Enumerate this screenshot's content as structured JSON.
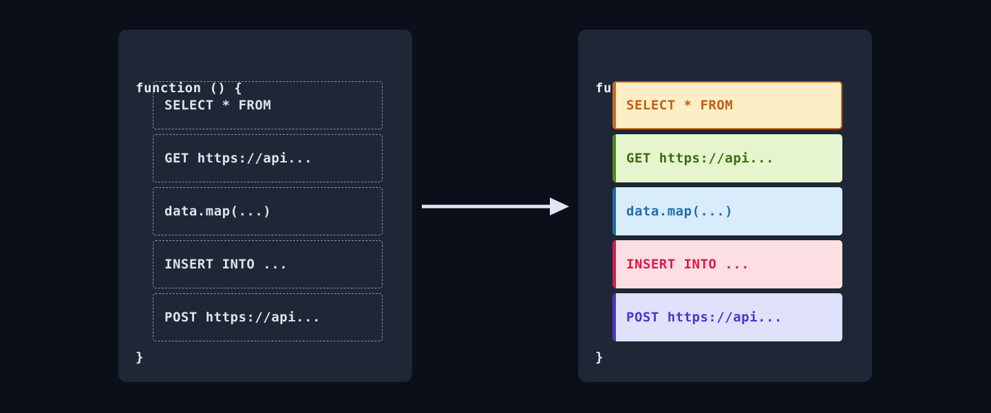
{
  "background_color": "#0b0f1a",
  "panel_color": "#1f2636",
  "before": {
    "title": "function () {",
    "close": "}",
    "dashed_border_color": "#8995ad",
    "text_color": "#dfe3ec",
    "rows": [
      {
        "text": "SELECT * FROM"
      },
      {
        "text": "GET https://api..."
      },
      {
        "text": "data.map(...)"
      },
      {
        "text": "INSERT INTO ..."
      },
      {
        "text": "POST https://api..."
      }
    ]
  },
  "after": {
    "title": "function () {",
    "close": "}",
    "rows": [
      {
        "text": "SELECT * FROM",
        "kind": "sql-select",
        "bg": "#fdeec6",
        "fg": "#c25e16",
        "accent": "#cf6a17",
        "boxed": true
      },
      {
        "text": "GET https://api...",
        "kind": "http-get",
        "bg": "#e6f5cd",
        "fg": "#3b6b12",
        "accent": "#4f8a16",
        "boxed": false
      },
      {
        "text": "data.map(...)",
        "kind": "js-map",
        "bg": "#d9ecfb",
        "fg": "#1f6fa8",
        "accent": "#1b6ea8",
        "boxed": false
      },
      {
        "text": "INSERT INTO ...",
        "kind": "sql-insert",
        "bg": "#fcdfe3",
        "fg": "#d81b4a",
        "accent": "#d81b4a",
        "boxed": false
      },
      {
        "text": "POST https://api...",
        "kind": "http-post",
        "bg": "#e0e1fa",
        "fg": "#4b35cf",
        "accent": "#4b35cf",
        "boxed": false
      }
    ]
  },
  "arrow": {
    "label": "transforms-to",
    "color": "#e3e6f2"
  }
}
